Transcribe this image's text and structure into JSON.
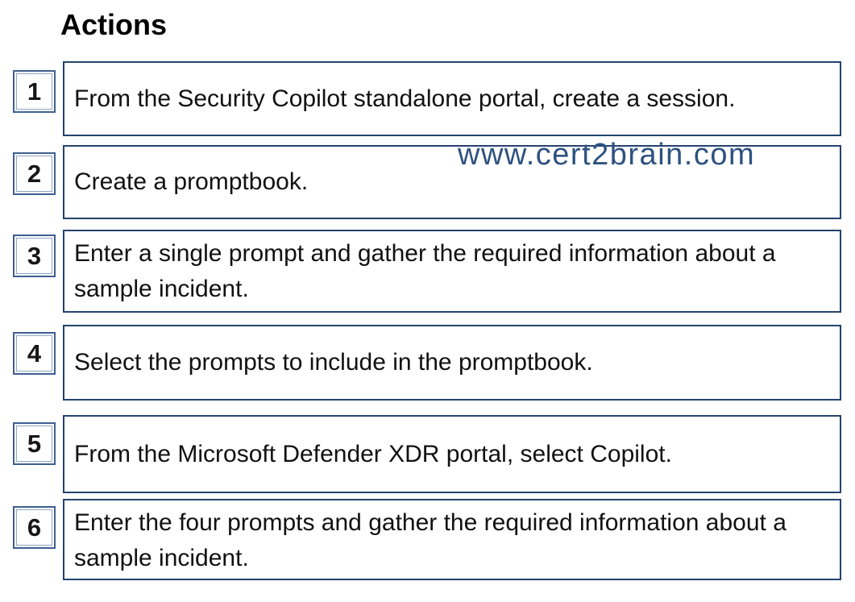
{
  "page": {
    "title": "Actions",
    "watermark": "www.cert2brain.com"
  },
  "actions": [
    {
      "number": "1",
      "text": "From the Security Copilot standalone portal, create a session."
    },
    {
      "number": "2",
      "text": "Create a promptbook."
    },
    {
      "number": "3",
      "text": "Enter a single prompt and gather the required information about a sample incident."
    },
    {
      "number": "4",
      "text": "Select the prompts to include in the promptbook."
    },
    {
      "number": "5",
      "text": "From the Microsoft Defender XDR portal, select Copilot."
    },
    {
      "number": "6",
      "text": "Enter the four prompts and gather the required information about a sample incident."
    }
  ],
  "colors": {
    "action_box_border": "#24436e",
    "number_box_border_outer": "#3f5f91",
    "number_box_border_inner": "#8fa5c5",
    "watermark": "#2e5280",
    "title_text": "#000000",
    "body_text": "#111111",
    "background": "#ffffff"
  }
}
